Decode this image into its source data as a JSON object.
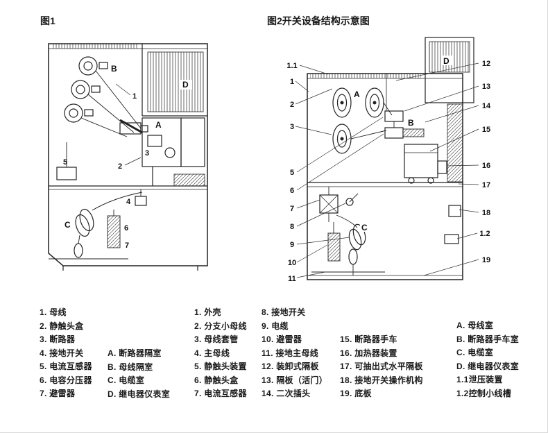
{
  "fig1": {
    "title": "图1",
    "labels": {
      "B": "B",
      "n1": "1",
      "D": "D",
      "A": "A",
      "n2": "2",
      "n3": "3",
      "n4": "4",
      "n5": "5",
      "n6": "6",
      "n7": "7",
      "C": "C"
    }
  },
  "fig2": {
    "title": "图2开关设备结构示意图",
    "letters": {
      "A": "A",
      "B": "B",
      "C": "C",
      "D": "D"
    },
    "callouts_left": [
      "1.1",
      "1",
      "2",
      "3",
      "5",
      "6",
      "7",
      "8",
      "9",
      "10",
      "11"
    ],
    "callouts_right": [
      "12",
      "13",
      "14",
      "15",
      "16",
      "17",
      "18",
      "1.2",
      "19"
    ]
  },
  "legend_fig1": {
    "items": [
      "1. 母线",
      "2. 静触头盒",
      "3. 断路器",
      "4. 接地开关",
      "5. 电流互感器",
      "6. 电容分压器",
      "7. 避雷器"
    ],
    "rooms": [
      "A. 断路器隔室",
      "B. 母线隔室",
      "C. 电缆室",
      "D. 继电器仪表室"
    ]
  },
  "legend_fig2": {
    "col1": [
      "1. 外壳",
      "2. 分支小母线",
      "3. 母线套管",
      "4. 主母线",
      "5. 静触头装置",
      "6. 静触头盒",
      "7. 电流互感器"
    ],
    "col2": [
      "8. 接地开关",
      "9. 电缆",
      "10. 避雷器",
      "11. 接地主母线",
      "12. 装卸式隔板",
      "13. 隔板（活门）",
      "14. 二次插头"
    ],
    "col3": [
      "15. 断路器手车",
      "16. 加热器装置",
      "17. 可抽出式水平隔板",
      "18. 接地开关操作机构",
      "19. 底板"
    ],
    "col4": [
      "A. 母线室",
      "B. 断路器手车室",
      "C. 电缆室",
      "D. 继电器仪表室",
      "1.1泄压装置",
      "1.2控制小线槽"
    ]
  }
}
